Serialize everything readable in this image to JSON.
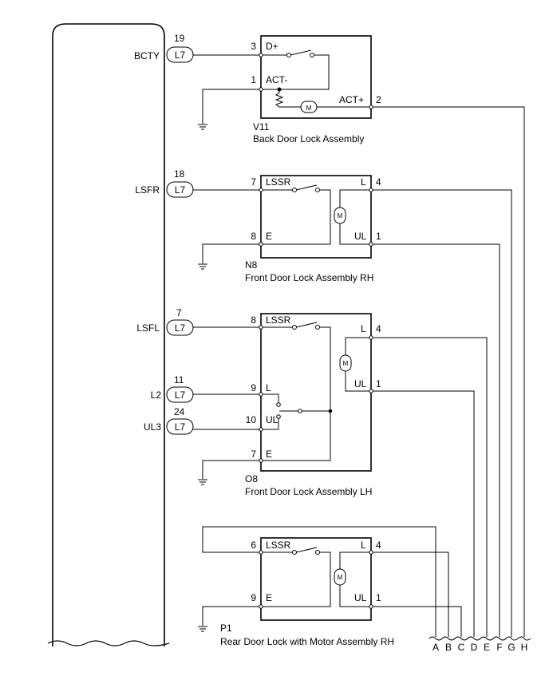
{
  "ecu": {
    "terminals": [
      {
        "name": "BCTY",
        "pin": "19",
        "connector": "L7"
      },
      {
        "name": "LSFR",
        "pin": "18",
        "connector": "L7"
      },
      {
        "name": "LSFL",
        "pin": "7",
        "connector": "L7"
      },
      {
        "name": "L2",
        "pin": "11",
        "connector": "L7"
      },
      {
        "name": "UL3",
        "pin": "24",
        "connector": "L7"
      }
    ]
  },
  "components": [
    {
      "code": "V11",
      "name": "Back Door Lock Assembly",
      "pins": {
        "p1": "3",
        "p2": "1",
        "p3": "2"
      },
      "labels": {
        "l1": "D+",
        "l2": "ACT-",
        "l3": "ACT+"
      }
    },
    {
      "code": "N8",
      "name": "Front Door Lock Assembly RH",
      "pins": {
        "p1": "7",
        "p2": "8",
        "p3": "4",
        "p4": "1"
      },
      "labels": {
        "l1": "LSSR",
        "l2": "E",
        "l3": "L",
        "l4": "UL"
      }
    },
    {
      "code": "O8",
      "name": "Front Door Lock Assembly LH",
      "pins": {
        "p1": "8",
        "p2": "9",
        "p3": "10",
        "p4": "7",
        "p5": "4",
        "p6": "1"
      },
      "labels": {
        "l1": "LSSR",
        "l2": "L",
        "l3": "UL",
        "l4": "E",
        "l5": "L",
        "l6": "UL"
      }
    },
    {
      "code": "P1",
      "name": "Rear Door Lock with Motor Assembly RH",
      "pins": {
        "p1": "6",
        "p2": "9",
        "p3": "4",
        "p4": "1"
      },
      "labels": {
        "l1": "LSSR",
        "l2": "E",
        "l3": "L",
        "l4": "UL"
      }
    }
  ],
  "motor_symbol": "M",
  "continuation_labels": [
    "A",
    "B",
    "C",
    "D",
    "E",
    "F",
    "G",
    "H"
  ]
}
